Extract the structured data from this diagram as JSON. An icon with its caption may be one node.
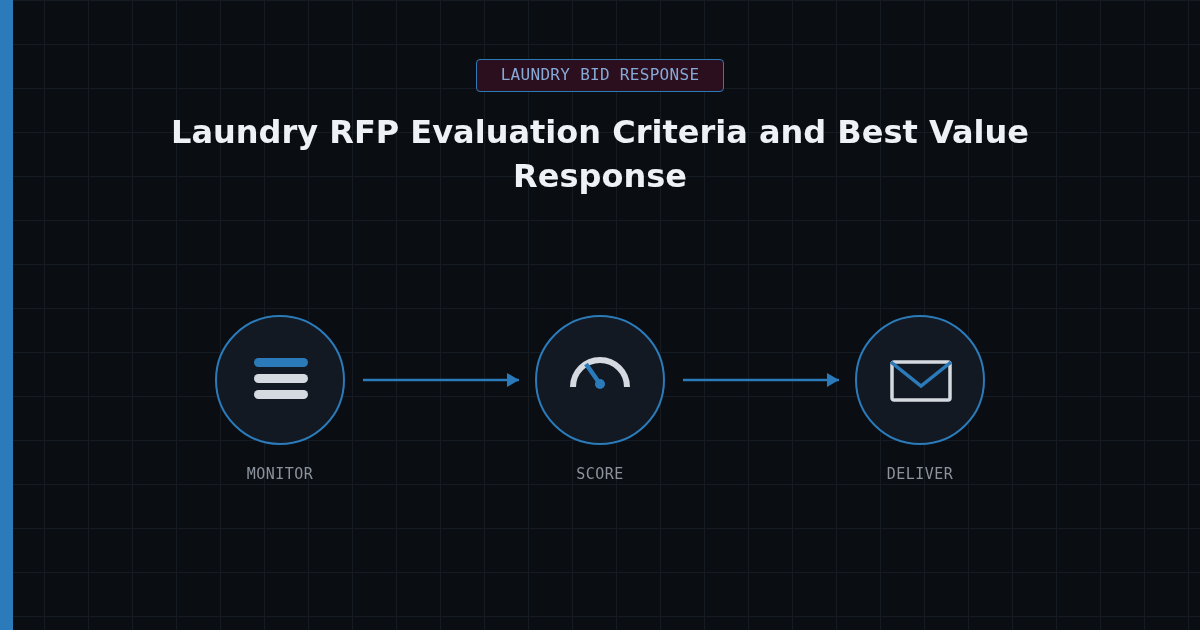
{
  "diagram": {
    "title": "Laundry RFP Evaluation Criteria and Best Value Response",
    "nodes": [
      {
        "text": [
          "MONITOR"
        ]
      },
      {
        "text": [
          "SCORE"
        ]
      },
      {
        "text": [
          "DELIVER"
        ]
      }
    ],
    "edges": [
      {
        "from": 0,
        "to": 1,
        "arrow": "to"
      },
      {
        "from": 1,
        "to": 2,
        "arrow": "to"
      }
    ],
    "labels": [
      "LAUNDRY BID RESPONSE"
    ]
  }
}
